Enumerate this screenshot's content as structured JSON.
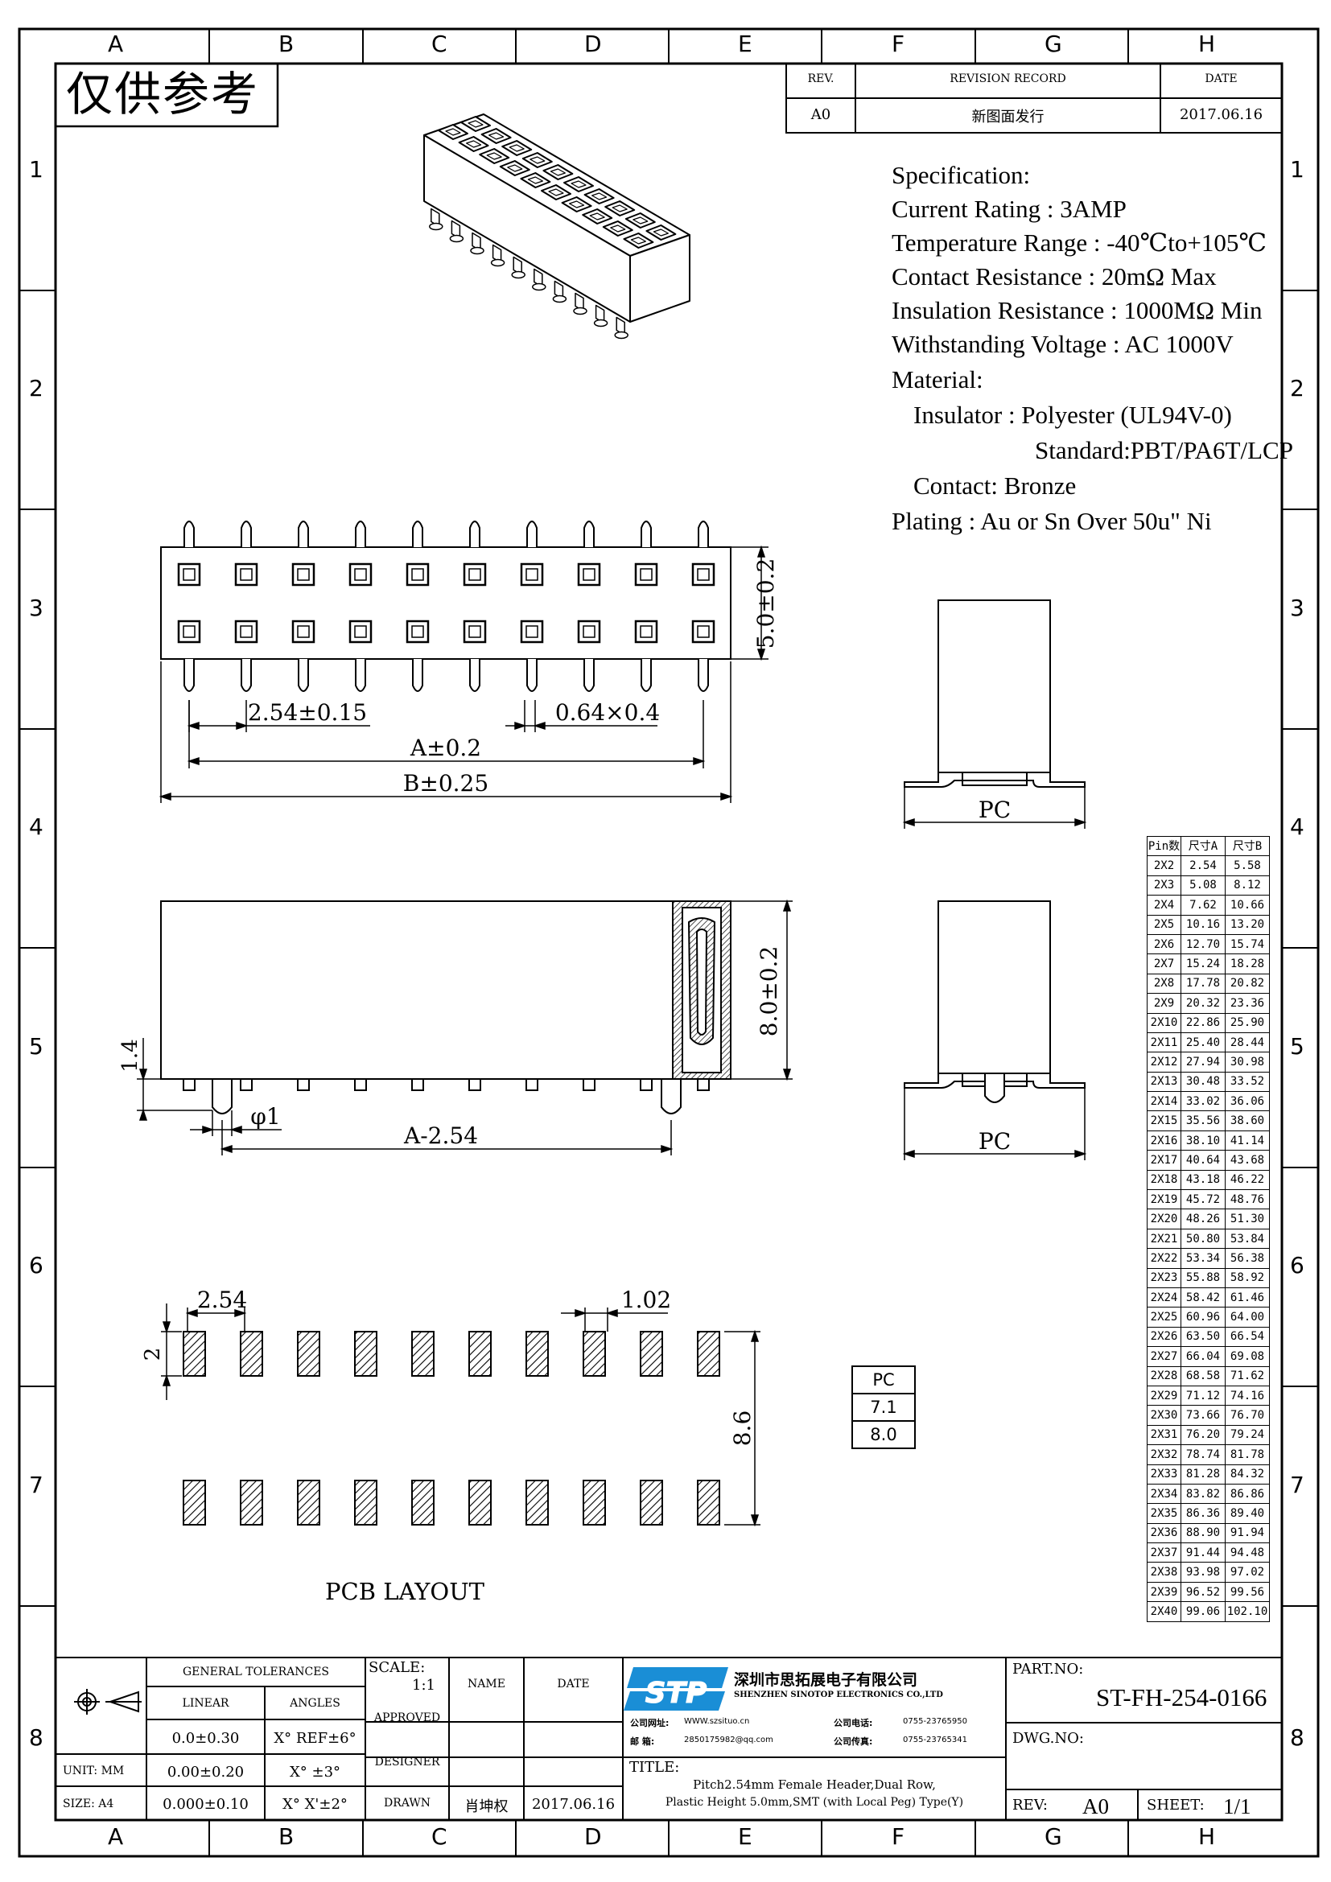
{
  "grid": {
    "columns": [
      "A",
      "B",
      "C",
      "D",
      "E",
      "F",
      "G",
      "H"
    ],
    "rows": [
      "1",
      "2",
      "3",
      "4",
      "5",
      "6",
      "7",
      "8"
    ]
  },
  "stamp": "仅供参考",
  "revision": {
    "headers": [
      "REV.",
      "REVISION RECORD",
      "DATE"
    ],
    "row": [
      "A0",
      "新图面发行",
      "2017.06.16"
    ]
  },
  "specification": {
    "title": "Specification:",
    "lines": [
      "Current Rating : 3AMP",
      "Temperature Range : -40℃to+105℃",
      "Contact Resistance : 20mΩ Max",
      "Insulation Resistance : 1000MΩ Min",
      "Withstanding Voltage : AC 1000V",
      "Material:",
      "Insulator : Polyester (UL94V-0)",
      "Standard:PBT/PA6T/LCP",
      "Contact: Bronze",
      "Plating : Au or Sn Over 50u\" Ni"
    ]
  },
  "dimensions": {
    "height_5": "5.0±0.2",
    "pitch": "2.54±0.15",
    "pin_size": "0.64×0.4",
    "a_dim": "A±0.2",
    "b_dim": "B±0.25",
    "height_8": "8.0±0.2",
    "standoff": "1.4",
    "peg_dia": "φ1",
    "a_minus": "A-2.54",
    "pc": "PC",
    "pad_pitch": "2.54",
    "pad_width": "1.02",
    "pad_len": "2",
    "row_span": "8.6"
  },
  "pcb_layout_label": "PCB LAYOUT",
  "pc_table": [
    "PC",
    "7.1",
    "8.0"
  ],
  "size_table": {
    "headers": [
      "Pin数",
      "尺寸A",
      "尺寸B"
    ],
    "rows": [
      [
        "2X2",
        "2.54",
        "5.58"
      ],
      [
        "2X3",
        "5.08",
        "8.12"
      ],
      [
        "2X4",
        "7.62",
        "10.66"
      ],
      [
        "2X5",
        "10.16",
        "13.20"
      ],
      [
        "2X6",
        "12.70",
        "15.74"
      ],
      [
        "2X7",
        "15.24",
        "18.28"
      ],
      [
        "2X8",
        "17.78",
        "20.82"
      ],
      [
        "2X9",
        "20.32",
        "23.36"
      ],
      [
        "2X10",
        "22.86",
        "25.90"
      ],
      [
        "2X11",
        "25.40",
        "28.44"
      ],
      [
        "2X12",
        "27.94",
        "30.98"
      ],
      [
        "2X13",
        "30.48",
        "33.52"
      ],
      [
        "2X14",
        "33.02",
        "36.06"
      ],
      [
        "2X15",
        "35.56",
        "38.60"
      ],
      [
        "2X16",
        "38.10",
        "41.14"
      ],
      [
        "2X17",
        "40.64",
        "43.68"
      ],
      [
        "2X18",
        "43.18",
        "46.22"
      ],
      [
        "2X19",
        "45.72",
        "48.76"
      ],
      [
        "2X20",
        "48.26",
        "51.30"
      ],
      [
        "2X21",
        "50.80",
        "53.84"
      ],
      [
        "2X22",
        "53.34",
        "56.38"
      ],
      [
        "2X23",
        "55.88",
        "58.92"
      ],
      [
        "2X24",
        "58.42",
        "61.46"
      ],
      [
        "2X25",
        "60.96",
        "64.00"
      ],
      [
        "2X26",
        "63.50",
        "66.54"
      ],
      [
        "2X27",
        "66.04",
        "69.08"
      ],
      [
        "2X28",
        "68.58",
        "71.62"
      ],
      [
        "2X29",
        "71.12",
        "74.16"
      ],
      [
        "2X30",
        "73.66",
        "76.70"
      ],
      [
        "2X31",
        "76.20",
        "79.24"
      ],
      [
        "2X32",
        "78.74",
        "81.78"
      ],
      [
        "2X33",
        "81.28",
        "84.32"
      ],
      [
        "2X34",
        "83.82",
        "86.86"
      ],
      [
        "2X35",
        "86.36",
        "89.40"
      ],
      [
        "2X36",
        "88.90",
        "91.94"
      ],
      [
        "2X37",
        "91.44",
        "94.48"
      ],
      [
        "2X38",
        "93.98",
        "97.02"
      ],
      [
        "2X39",
        "96.52",
        "99.56"
      ],
      [
        "2X40",
        "99.06",
        "102.10"
      ]
    ]
  },
  "title_block": {
    "general_tolerances": "GENERAL TOLERANCES",
    "linear": "LINEAR",
    "angles": "ANGLES",
    "tol_rows": [
      [
        "0.0±0.30",
        "X° REF±6°"
      ],
      [
        "0.00±0.20",
        "X° ±3°"
      ],
      [
        "0.000±0.10",
        "X° X'±2°"
      ]
    ],
    "unit": "UNIT: MM",
    "size": "SIZE: A4",
    "scale_label": "SCALE:",
    "scale_value": "1:1",
    "name": "NAME",
    "date": "DATE",
    "approved": "APPROVED",
    "designer": "DESIGNER",
    "drawn": "DRAWN",
    "drawn_name": "肖坤权",
    "drawn_date": "2017.06.16",
    "company_cn": "深圳市思拓展电子有限公司",
    "company_en": "SHENZHEN SINOTOP ELECTRONICS CO.,LTD",
    "website_label": "公司网址:",
    "website": "WWW.szsituo.cn",
    "phone_label": "公司电话:",
    "phone": "0755-23765950",
    "email_label": "邮    箱:",
    "email": "2850175982@qq.com",
    "fax_label": "公司传真:",
    "fax": "0755-23765341",
    "logo_text": "STP",
    "title_label": "TITLE:",
    "title_line1": "Pitch2.54mm Female Header,Dual Row,",
    "title_line2": "Plastic Height 5.0mm,SMT (with Local Peg) Type(Y)",
    "part_no_label": "PART.NO:",
    "part_no": "ST-FH-254-0166",
    "dwg_no_label": "DWG.NO:",
    "rev_label": "REV:",
    "rev_value": "A0",
    "sheet_label": "SHEET:",
    "sheet_value": "1/1"
  }
}
